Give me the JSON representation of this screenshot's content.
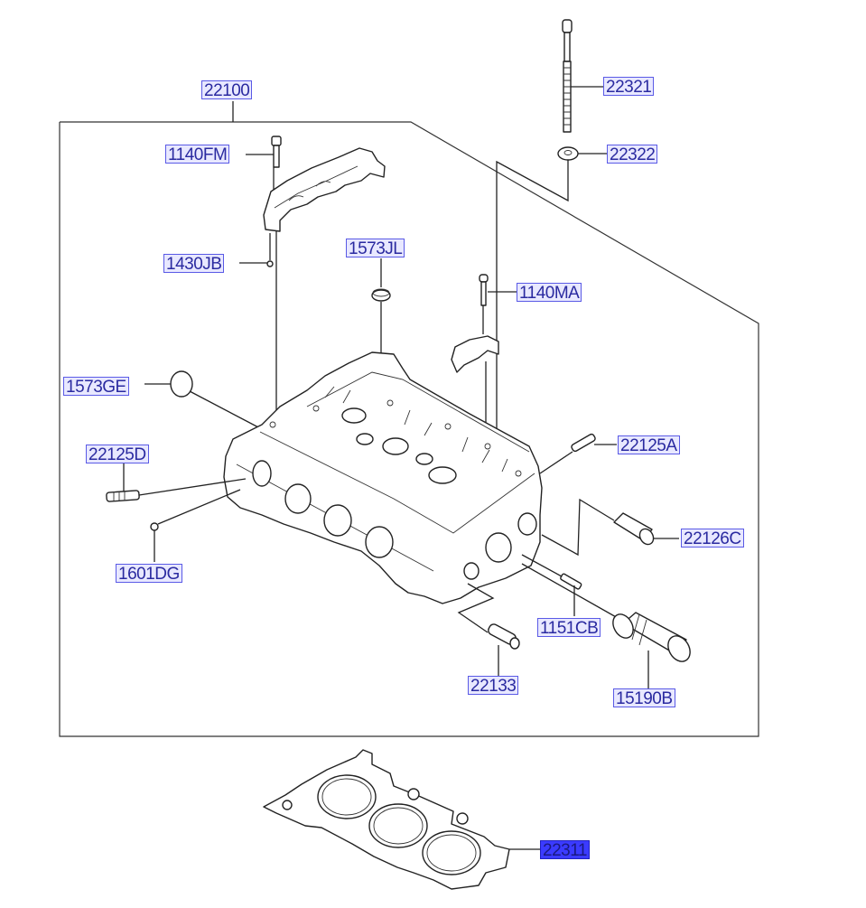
{
  "diagram": {
    "title": "Cylinder Head Assembly",
    "selected_part": "22311",
    "colors": {
      "label_border": "#5a5ae6",
      "label_bg": "#e8e8ff",
      "label_text": "#2a2aa0",
      "selected_bg": "#3b3bff"
    },
    "labels": {
      "assy": "22100",
      "bolt_head_long": "22321",
      "washer": "22322",
      "bolt_camcap": "1140FM",
      "dowel_pin_camcap": "1430JB",
      "plug_jl": "1573JL",
      "bolt_ma": "1140MA",
      "plug_ge": "1573GE",
      "stud_d": "22125D",
      "stud_a": "22125A",
      "ball_dg": "1601DG",
      "guide_c": "22126C",
      "bolt_cb": "1151CB",
      "pin": "22133",
      "cam_journal_b": "15190B",
      "gasket": "22311"
    }
  }
}
